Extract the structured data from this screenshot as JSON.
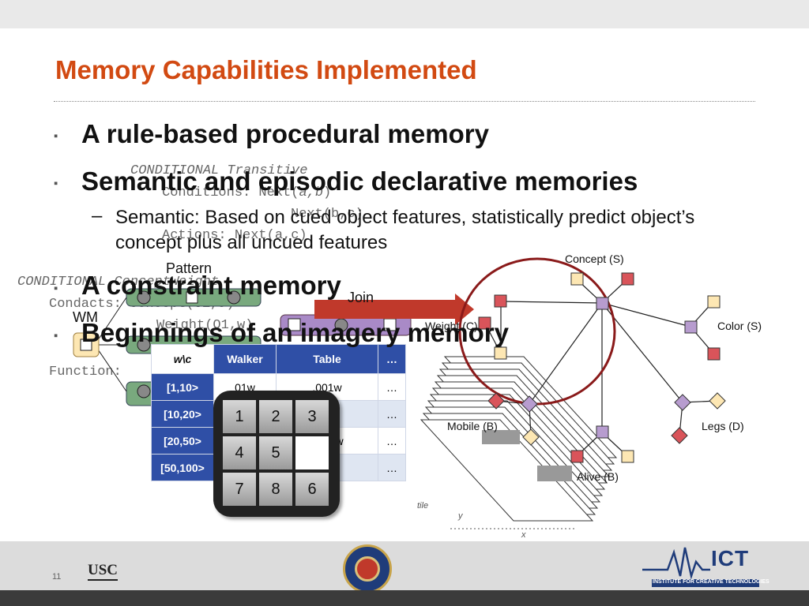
{
  "slide": {
    "title": "Memory Capabilities Implemented",
    "page_number": "11",
    "bullet_marker": "▪",
    "dash_marker": "–",
    "bullets": [
      "A rule-based procedural memory",
      "Semantic and episodic declarative memories",
      "A constraint memory",
      "Beginnings of an imagery memory"
    ],
    "sub_bullet": "Semantic: Based on cued object features, statistically predict object’s concept plus all uncued features"
  },
  "overlay_code": {
    "rule1_head": "CONDITIONAL Transitive",
    "rule1_cond_prefix": "Conditions: Next(",
    "rule1_cond_args": "a,b",
    "rule1_cond2": "Next(b,c)",
    "rule1_actions": "Actions: Next(a,c)",
    "rule2_head": "CONDITIONAL ConceptWeight",
    "rule2_cond_prefix": "Condacts: Concept(O1,",
    "rule2_cond_var": "c",
    "rule2_weight": "Weight(O1,w)",
    "rule2_function": "Function:"
  },
  "graph_labels": {
    "pattern": "Pattern",
    "join": "Join",
    "wm": "WM",
    "weight": "Weight (C)",
    "concept": "Concept (S)",
    "color": "Color (S)",
    "mobile": "Mobile (B)",
    "legs": "Legs (D)",
    "alive": "Alive (B)",
    "tile": "tile",
    "y": "y",
    "x": "x"
  },
  "weight_table": {
    "corner_label": "w\\c",
    "columns": [
      "Walker",
      "Table",
      "…"
    ],
    "rows": [
      {
        "label": "[1,10>",
        "cells": [
          "01w",
          ".001w",
          "…"
        ]
      },
      {
        "label": "[10,20>",
        "cells": [
          "",
          "",
          "…"
        ]
      },
      {
        "label": "[20,50>",
        "cells": [
          "",
          "0025w",
          "…"
        ]
      },
      {
        "label": "[50,100>",
        "cells": [
          "",
          "",
          "…"
        ]
      }
    ]
  },
  "puzzle": {
    "tiles": [
      "1",
      "2",
      "3",
      "4",
      "5",
      "",
      "7",
      "8",
      "6"
    ]
  },
  "footer": {
    "usc_logo": "USC",
    "ict_logo": "ICT",
    "ict_caption": "INSTITUTE FOR CREATIVE TECHNOLOGIES"
  },
  "colors": {
    "title": "#d24a12",
    "concept_node": "#b79ccf",
    "red_factor": "#d9545a",
    "yellow_factor": "#fde7b3",
    "pattern_green": "#79a97e",
    "join_purple": "#a98ac7",
    "arrow_red": "#c0392b",
    "table_header": "#2f4fa6"
  }
}
